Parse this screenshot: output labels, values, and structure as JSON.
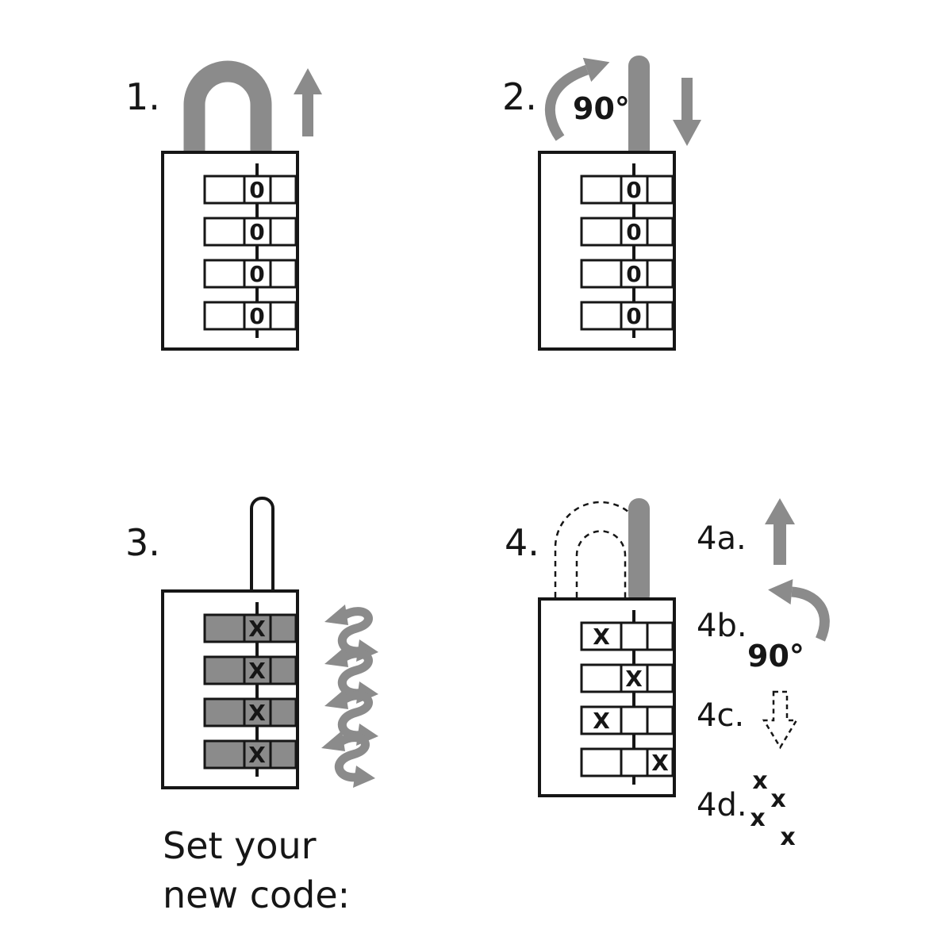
{
  "figure": {
    "type": "instruction-diagram",
    "subject": "combination padlock - set new code",
    "colors": {
      "ink": "#161616",
      "gray": "#8b8b8b",
      "white": "#ffffff"
    }
  },
  "icons": {
    "pull-up-arrow": "↑",
    "rotate-90-arrow": "⟲",
    "push-down-arrow": "↓",
    "turn-dial-arrow": "↻",
    "lift-shackle-arrow": "↑",
    "release-down-arrow": "⇣"
  },
  "steps": {
    "step1": {
      "label": "1.",
      "dials": [
        "0",
        "0",
        "0",
        "0"
      ]
    },
    "step2": {
      "label": "2.",
      "rotation": "90°",
      "dials": [
        "0",
        "0",
        "0",
        "0"
      ]
    },
    "step3": {
      "label": "3.",
      "dials": [
        "X",
        "X",
        "X",
        "X"
      ],
      "caption": {
        "line1": "Set your",
        "line2": "new code:"
      }
    },
    "step4": {
      "label": "4.",
      "dials": [
        "X",
        "X",
        "X",
        "X"
      ],
      "substeps": {
        "a": {
          "label": "4a."
        },
        "b": {
          "label": "4b.",
          "rotation": "90°"
        },
        "c": {
          "label": "4c."
        },
        "d": {
          "label": "4d.",
          "marks": [
            "x",
            "x",
            "x",
            "x"
          ]
        }
      }
    }
  }
}
